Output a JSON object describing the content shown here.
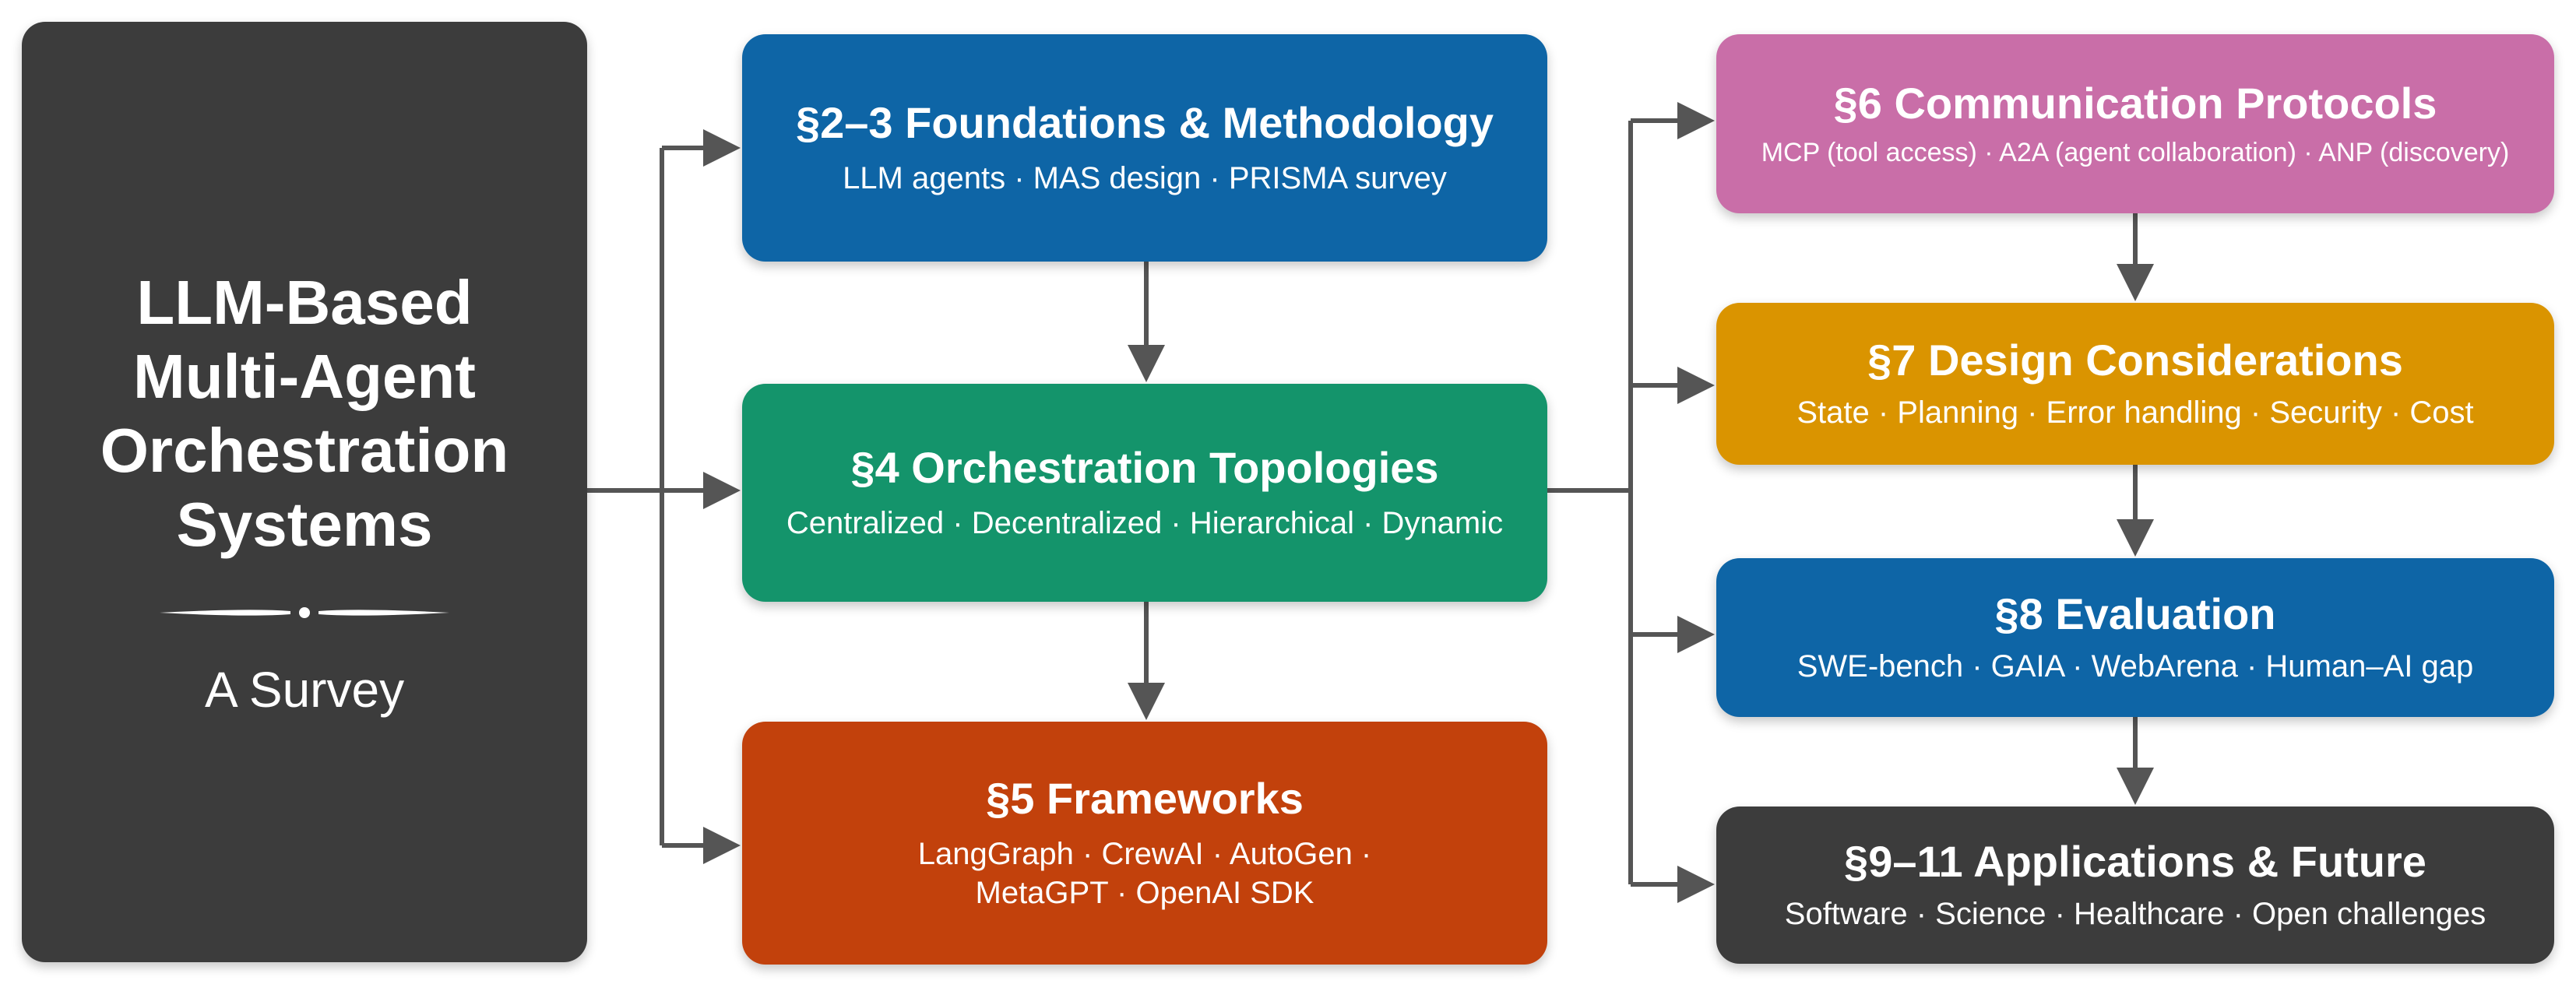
{
  "main": {
    "title_lines": [
      "LLM-Based",
      "Multi-Agent",
      "Orchestration",
      "Systems"
    ],
    "subtitle": "A Survey"
  },
  "boxes": {
    "foundations": {
      "title": "§2–3 Foundations & Methodology",
      "sub": [
        "LLM agents · MAS design · PRISMA survey"
      ],
      "color": "#0e65a6"
    },
    "orchestration": {
      "title": "§4 Orchestration Topologies",
      "sub": [
        "Centralized · Decentralized · Hierarchical · Dynamic"
      ],
      "color": "#14946b"
    },
    "frameworks": {
      "title": "§5 Frameworks",
      "sub": [
        "LangGraph · CrewAI · AutoGen ·",
        "MetaGPT · OpenAI SDK"
      ],
      "color": "#c2410c"
    },
    "protocols": {
      "title": "§6 Communication Protocols",
      "sub": [
        "MCP (tool access) · A2A (agent collaboration) · ANP (discovery)"
      ],
      "color": "#c96ea8"
    },
    "design": {
      "title": "§7 Design Considerations",
      "sub": [
        "State · Planning · Error handling · Security · Cost"
      ],
      "color": "#da9400"
    },
    "evaluation": {
      "title": "§8 Evaluation",
      "sub": [
        "SWE-bench · GAIA · WebArena · Human–AI gap"
      ],
      "color": "#0e65a6"
    },
    "applications": {
      "title": "§9–11 Applications & Future",
      "sub": [
        "Software · Science · Healthcare · Open challenges"
      ],
      "color": "#3c3c3c"
    }
  },
  "connector_color": "#555555"
}
